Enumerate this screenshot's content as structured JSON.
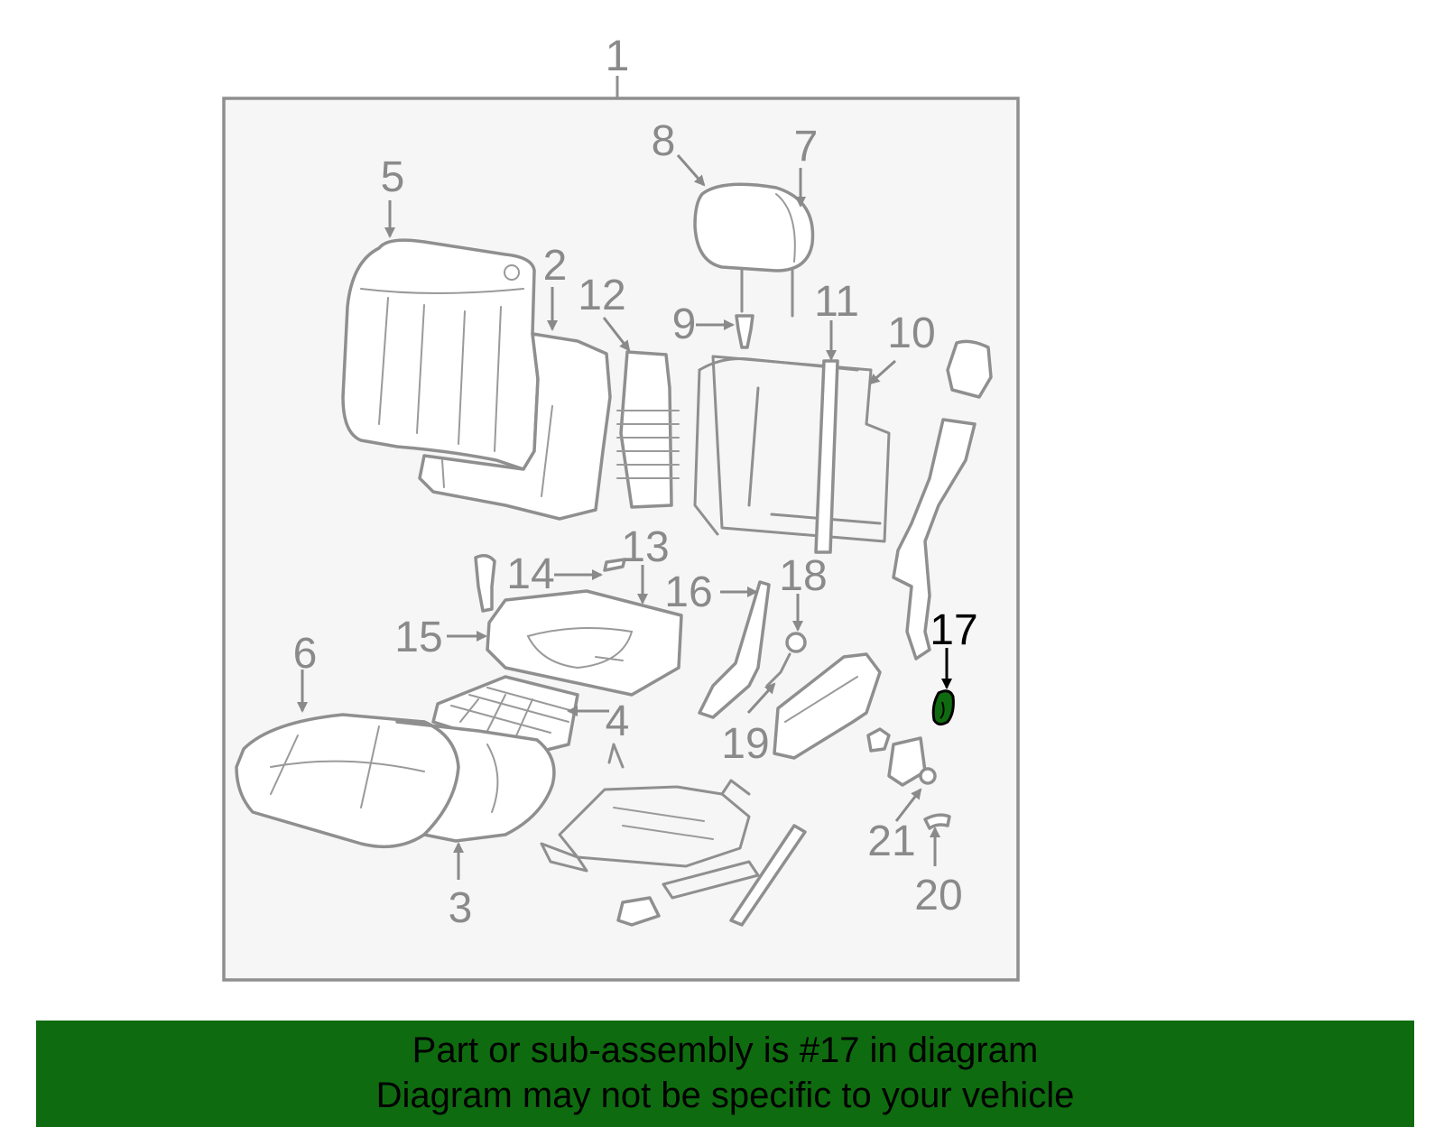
{
  "diagram": {
    "assembly_label": "1",
    "highlight_part": "17",
    "highlight_color": "#0f6b0f",
    "callouts": [
      "1",
      "2",
      "3",
      "4",
      "5",
      "6",
      "7",
      "8",
      "9",
      "10",
      "11",
      "12",
      "13",
      "14",
      "15",
      "16",
      "17",
      "18",
      "19",
      "20",
      "21"
    ]
  },
  "banner": {
    "background": "#0f6b0f",
    "line1": "Part or sub-assembly is #17 in diagram",
    "line2": "Diagram may not be specific to your vehicle"
  }
}
